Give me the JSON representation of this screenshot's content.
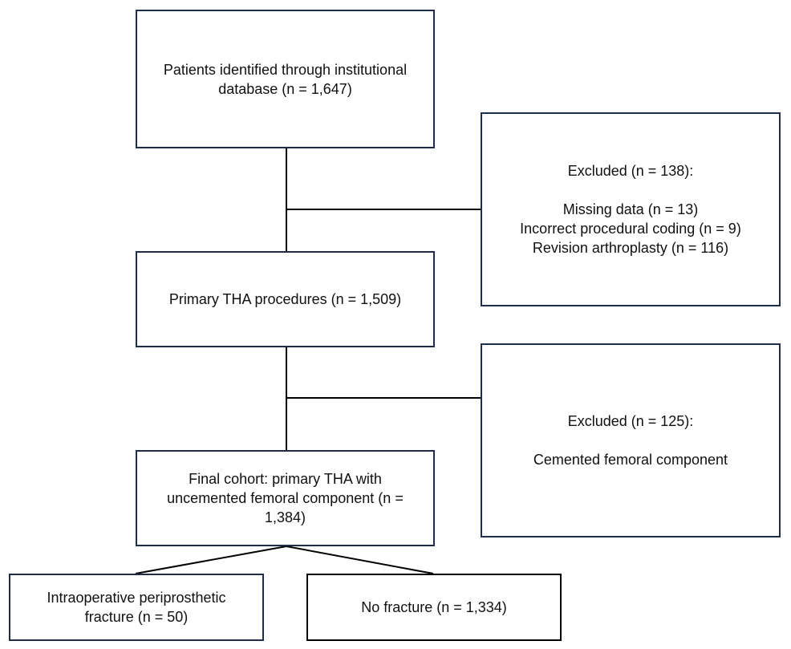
{
  "flowchart": {
    "identified": {
      "lines": [
        "Patients identified through institutional database (n = 1,647)"
      ]
    },
    "excluded_first": {
      "heading": "Excluded (n = 138):",
      "lines": [
        "Missing data (n = 13)",
        "Incorrect procedural coding (n = 9)",
        "Revision arthroplasty (n = 116)"
      ]
    },
    "primary": {
      "lines": [
        "Primary THA procedures (n = 1,509)"
      ]
    },
    "excluded_second": {
      "heading": "Excluded (n = 125):",
      "lines": [
        "Cemented femoral component"
      ]
    },
    "final_cohort": {
      "lines": [
        "Final cohort: primary THA with uncemented femoral component (n = 1,384)"
      ]
    },
    "fracture": {
      "lines": [
        "Intraoperative periprosthetic fracture (n = 50)"
      ]
    },
    "no_fracture": {
      "lines": [
        "No fracture (n = 1,334)"
      ]
    }
  },
  "colors": {
    "box_border": "#1f2d4a",
    "box_border_dark": "#000000",
    "connector": "#000000",
    "text": "#111111"
  }
}
